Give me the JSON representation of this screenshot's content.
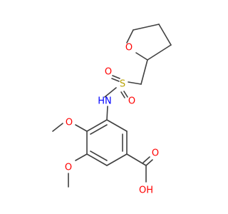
{
  "molecule": {
    "atoms": [
      {
        "id": "o_ring",
        "label": "O",
        "color": "#ff0000"
      },
      {
        "id": "s",
        "label": "S",
        "color": "#b8a200"
      },
      {
        "id": "o_s_left",
        "label": "O",
        "color": "#ff0000"
      },
      {
        "id": "o_s_right",
        "label": "O",
        "color": "#ff0000"
      },
      {
        "id": "nh",
        "label": "HN",
        "color": "#0000ff"
      },
      {
        "id": "o_meo_top",
        "label": "O",
        "color": "#ff0000"
      },
      {
        "id": "o_meo_bottom",
        "label": "O",
        "color": "#ff0000"
      },
      {
        "id": "o_acid_carbonyl",
        "label": "O",
        "color": "#ff0000"
      },
      {
        "id": "oh_acid",
        "label": "OH",
        "color": "#ff0000"
      }
    ],
    "bond_color": "#404040"
  }
}
